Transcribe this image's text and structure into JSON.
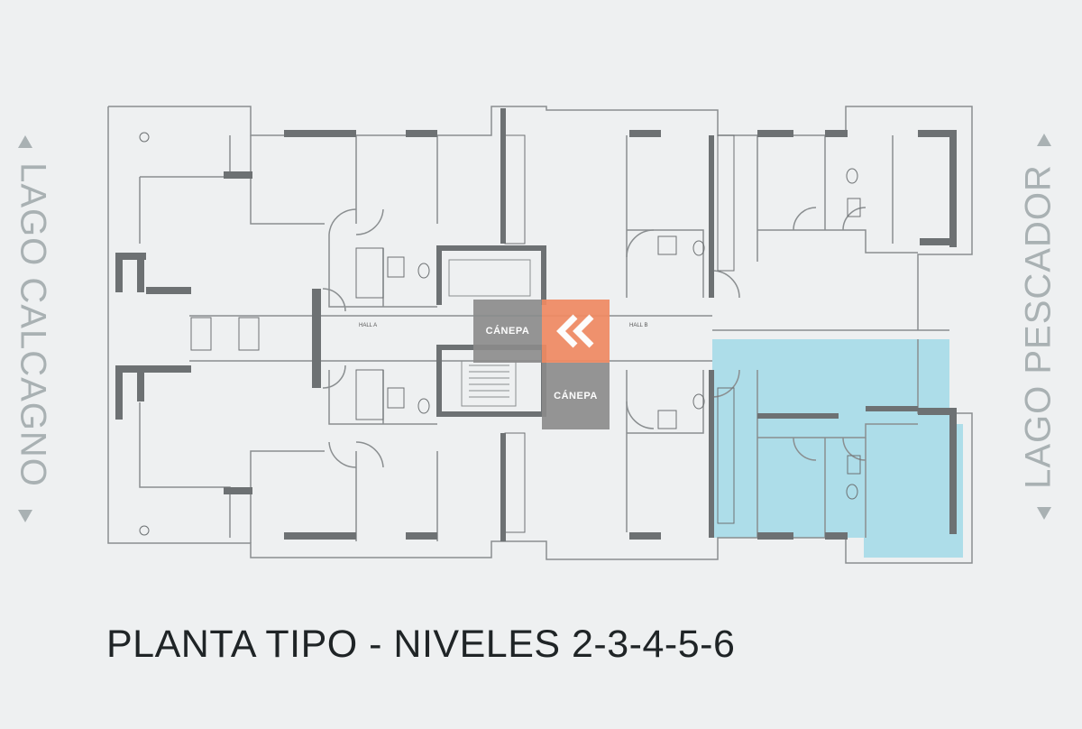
{
  "title": "PLANTA TIPO - NIVELES 2-3-4-5-6",
  "left_side_label": "LAGO CALCAGNO",
  "right_side_label": "LAGO PESCADOR",
  "hall_labels": [
    "HALL A",
    "HALL B"
  ],
  "watermark": {
    "brand": "CÁNEPA",
    "brand_color": "#888888",
    "accent_color": "#f08a62"
  },
  "colors": {
    "background": "#eef0f1",
    "wall": "#6d7173",
    "wall_dark": "#55595b",
    "highlight_unit": "#a9dbe8",
    "side_text": "#a9b1b3",
    "title_text": "#1f2426"
  }
}
